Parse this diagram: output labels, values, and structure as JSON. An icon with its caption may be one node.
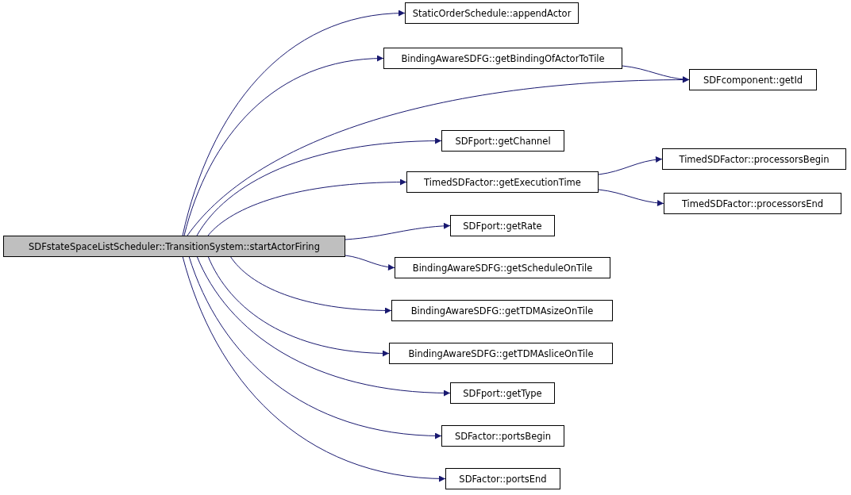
{
  "diagram": {
    "nodes": [
      {
        "text": [
          "SDFstateSpaceListScheduler::TransitionSystem::startActorFiring"
        ]
      },
      {
        "text": [
          "StaticOrderSchedule::appendActor"
        ]
      },
      {
        "text": [
          "BindingAwareSDFG::getBindingOfActorToTile"
        ]
      },
      {
        "text": [
          "SDFcomponent::getId"
        ]
      },
      {
        "text": [
          "SDFport::getChannel"
        ]
      },
      {
        "text": [
          "TimedSDFactor::getExecutionTime"
        ]
      },
      {
        "text": [
          "TimedSDFactor::processorsBegin"
        ]
      },
      {
        "text": [
          "TimedSDFactor::processorsEnd"
        ]
      },
      {
        "text": [
          "SDFport::getRate"
        ]
      },
      {
        "text": [
          "BindingAwareSDFG::getScheduleOnTile"
        ]
      },
      {
        "text": [
          "BindingAwareSDFG::getTDMAsizeOnTile"
        ]
      },
      {
        "text": [
          "BindingAwareSDFG::getTDMAsliceOnTile"
        ]
      },
      {
        "text": [
          "SDFport::getType"
        ]
      },
      {
        "text": [
          "SDFactor::portsBegin"
        ]
      },
      {
        "text": [
          "SDFactor::portsEnd"
        ]
      }
    ],
    "edges": [
      {
        "from": 0,
        "to": 1,
        "arrow": "to"
      },
      {
        "from": 0,
        "to": 2,
        "arrow": "to"
      },
      {
        "from": 0,
        "to": 3,
        "arrow": "to"
      },
      {
        "from": 0,
        "to": 4,
        "arrow": "to"
      },
      {
        "from": 0,
        "to": 5,
        "arrow": "to"
      },
      {
        "from": 0,
        "to": 8,
        "arrow": "to"
      },
      {
        "from": 0,
        "to": 9,
        "arrow": "to"
      },
      {
        "from": 0,
        "to": 10,
        "arrow": "to"
      },
      {
        "from": 0,
        "to": 11,
        "arrow": "to"
      },
      {
        "from": 0,
        "to": 12,
        "arrow": "to"
      },
      {
        "from": 0,
        "to": 13,
        "arrow": "to"
      },
      {
        "from": 0,
        "to": 14,
        "arrow": "to"
      },
      {
        "from": 2,
        "to": 3,
        "arrow": "to"
      },
      {
        "from": 5,
        "to": 6,
        "arrow": "to"
      },
      {
        "from": 5,
        "to": 7,
        "arrow": "to"
      }
    ]
  }
}
